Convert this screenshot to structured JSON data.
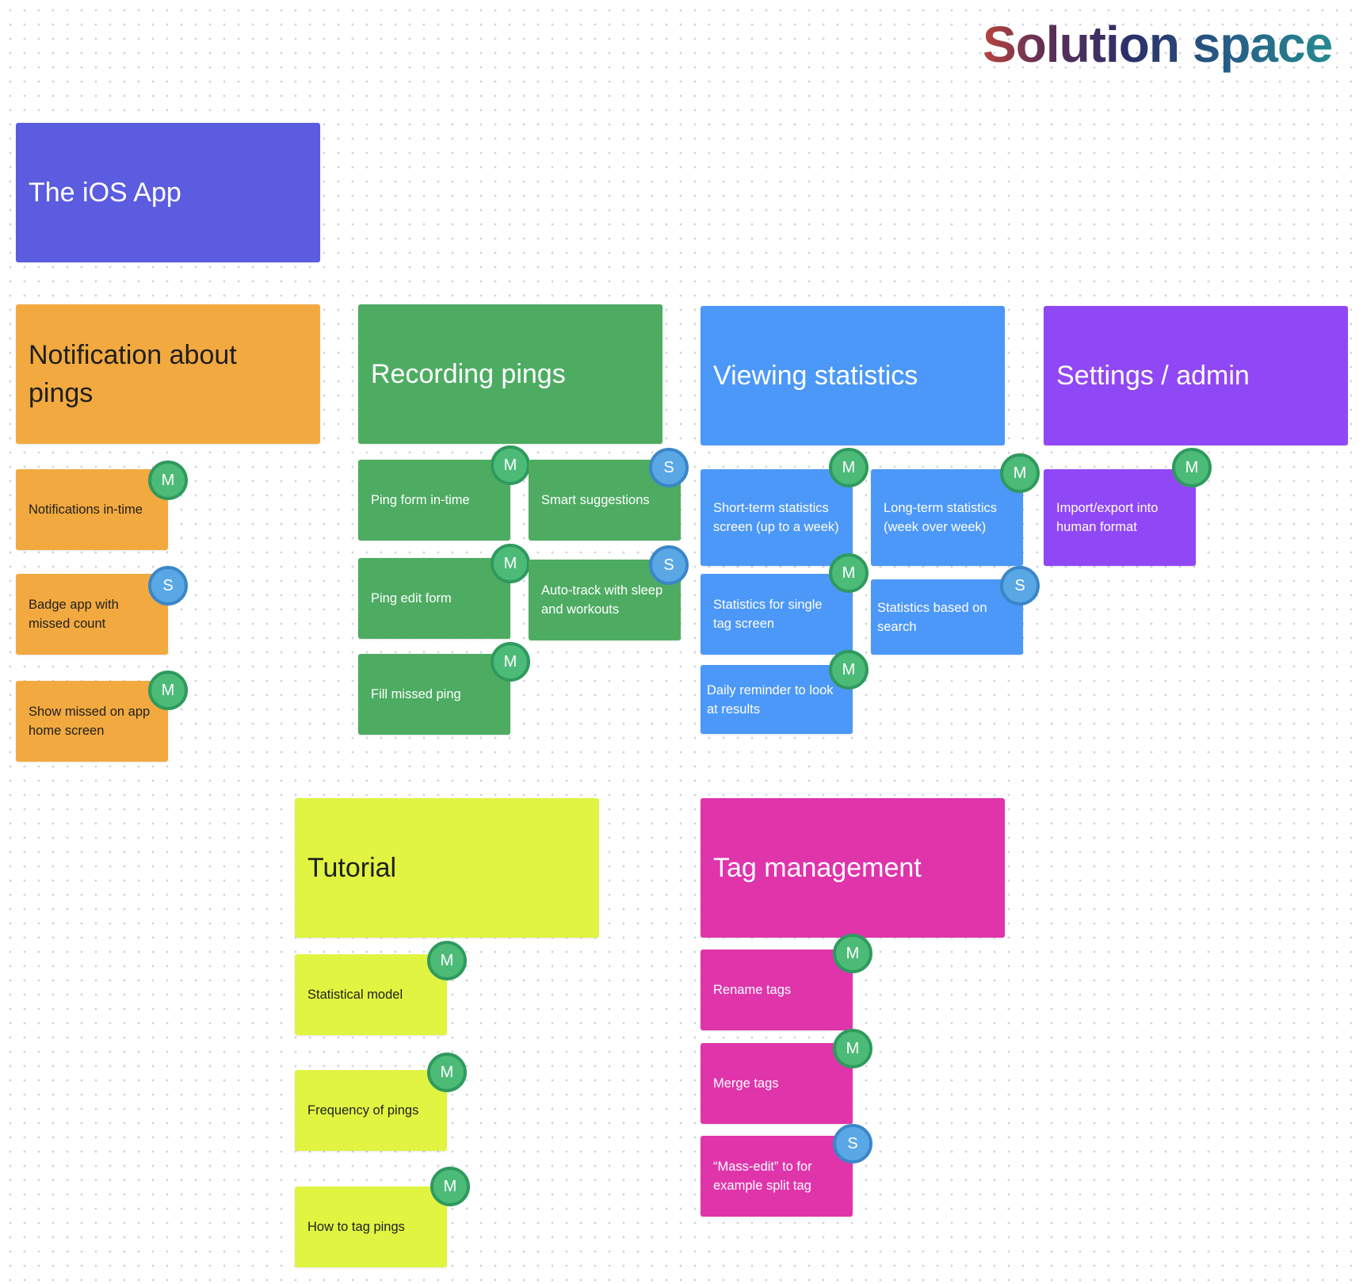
{
  "title": "Solution space",
  "colors": {
    "orange": "#f2a93f",
    "green": "#4dac62",
    "blue": "#4c98f8",
    "purple": "#9048f6",
    "indigo": "#5c5ce0",
    "lime": "#e0f441",
    "pink": "#e034ab",
    "badge_m": "#4dbb78",
    "badge_s": "#5aa7e6"
  },
  "app": {
    "label": "The iOS App"
  },
  "notification": {
    "label": "Notification about pings",
    "items": [
      {
        "text": "Notifications in-time",
        "badge": "M"
      },
      {
        "text": "Badge app with missed count",
        "badge": "S"
      },
      {
        "text": "Show missed on app home screen",
        "badge": "M"
      }
    ]
  },
  "recording": {
    "label": "Recording pings",
    "items": [
      {
        "text": "Ping form in-time",
        "badge": "M"
      },
      {
        "text": "Smart suggestions",
        "badge": "S"
      },
      {
        "text": "Ping edit form",
        "badge": "M"
      },
      {
        "text": "Auto-track with sleep and workouts",
        "badge": "S"
      },
      {
        "text": "Fill missed ping",
        "badge": "M"
      }
    ]
  },
  "statistics": {
    "label": "Viewing statistics",
    "items": [
      {
        "text": "Short-term statistics screen (up to a week)",
        "badge": "M"
      },
      {
        "text": "Long-term statistics (week over week)",
        "badge": "M"
      },
      {
        "text": "Statistics for single tag screen",
        "badge": "M"
      },
      {
        "text": "Statistics based on search",
        "badge": "S"
      },
      {
        "text": "Daily reminder to look at results",
        "badge": "M"
      }
    ]
  },
  "settings": {
    "label": "Settings / admin",
    "items": [
      {
        "text": "Import/export into human format",
        "badge": "M"
      }
    ]
  },
  "tutorial": {
    "label": "Tutorial",
    "items": [
      {
        "text": "Statistical model",
        "badge": "M"
      },
      {
        "text": "Frequency of pings",
        "badge": "M"
      },
      {
        "text": "How to tag pings",
        "badge": "M"
      }
    ]
  },
  "tags": {
    "label": "Tag management",
    "items": [
      {
        "text": "Rename tags",
        "badge": "M"
      },
      {
        "text": "Merge tags",
        "badge": "M"
      },
      {
        "text": "“Mass-edit” to for example split tag",
        "badge": "S"
      }
    ]
  }
}
